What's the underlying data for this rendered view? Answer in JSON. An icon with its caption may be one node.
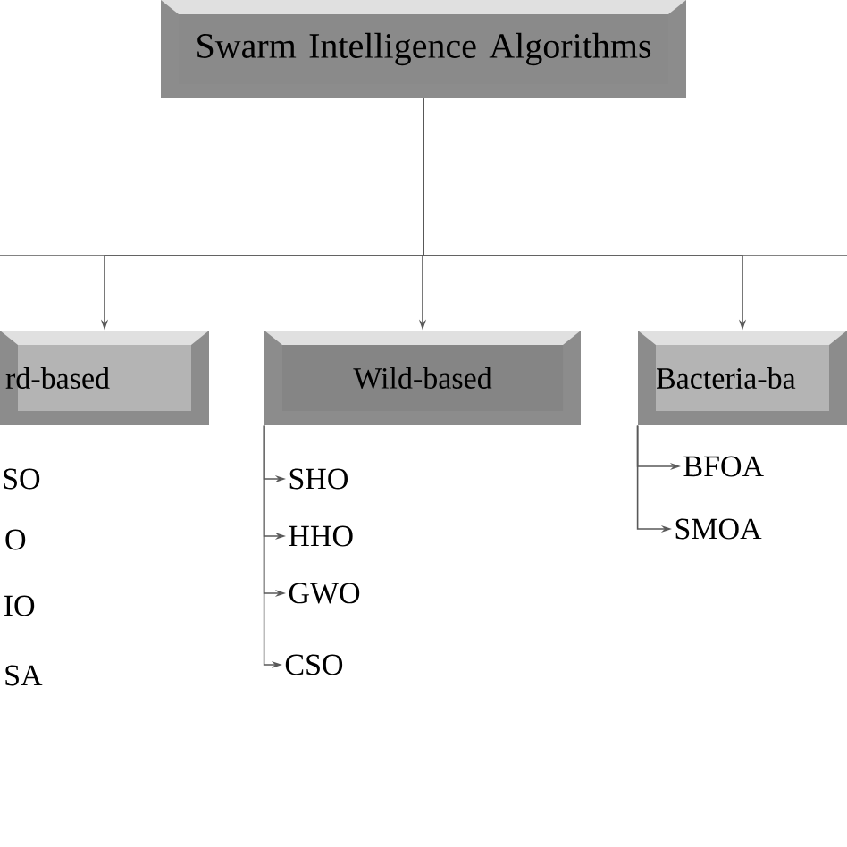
{
  "diagram": {
    "nodes": [
      {
        "text": [
          "Swarm Intelligence Algorithms"
        ]
      },
      {
        "text": [
          "rd-based"
        ]
      },
      {
        "text": [
          "Wild-based"
        ]
      },
      {
        "text": [
          "Bacteria-ba"
        ]
      },
      {
        "text": [
          "SHO"
        ]
      },
      {
        "text": [
          "HHO"
        ]
      },
      {
        "text": [
          "GWO"
        ]
      },
      {
        "text": [
          "CSO"
        ]
      },
      {
        "text": [
          "BFOA"
        ]
      },
      {
        "text": [
          "SMOA"
        ]
      }
    ],
    "edges": [
      {
        "from": 0,
        "to": null,
        "arrow": "none"
      },
      {
        "from": 0,
        "to": 1,
        "arrow": "to"
      },
      {
        "from": 0,
        "to": 2,
        "arrow": "to"
      },
      {
        "from": 0,
        "to": 3,
        "arrow": "to"
      },
      {
        "from": 0,
        "to": null,
        "arrow": "none"
      },
      {
        "from": 2,
        "to": 4,
        "arrow": "to"
      },
      {
        "from": 2,
        "to": 5,
        "arrow": "to"
      },
      {
        "from": 2,
        "to": 6,
        "arrow": "to"
      },
      {
        "from": 2,
        "to": 7,
        "arrow": "to"
      },
      {
        "from": 3,
        "to": 8,
        "arrow": "to"
      },
      {
        "from": 3,
        "to": 9,
        "arrow": "to"
      }
    ],
    "labels": [
      "SO",
      "O",
      "IO",
      "SA"
    ]
  }
}
